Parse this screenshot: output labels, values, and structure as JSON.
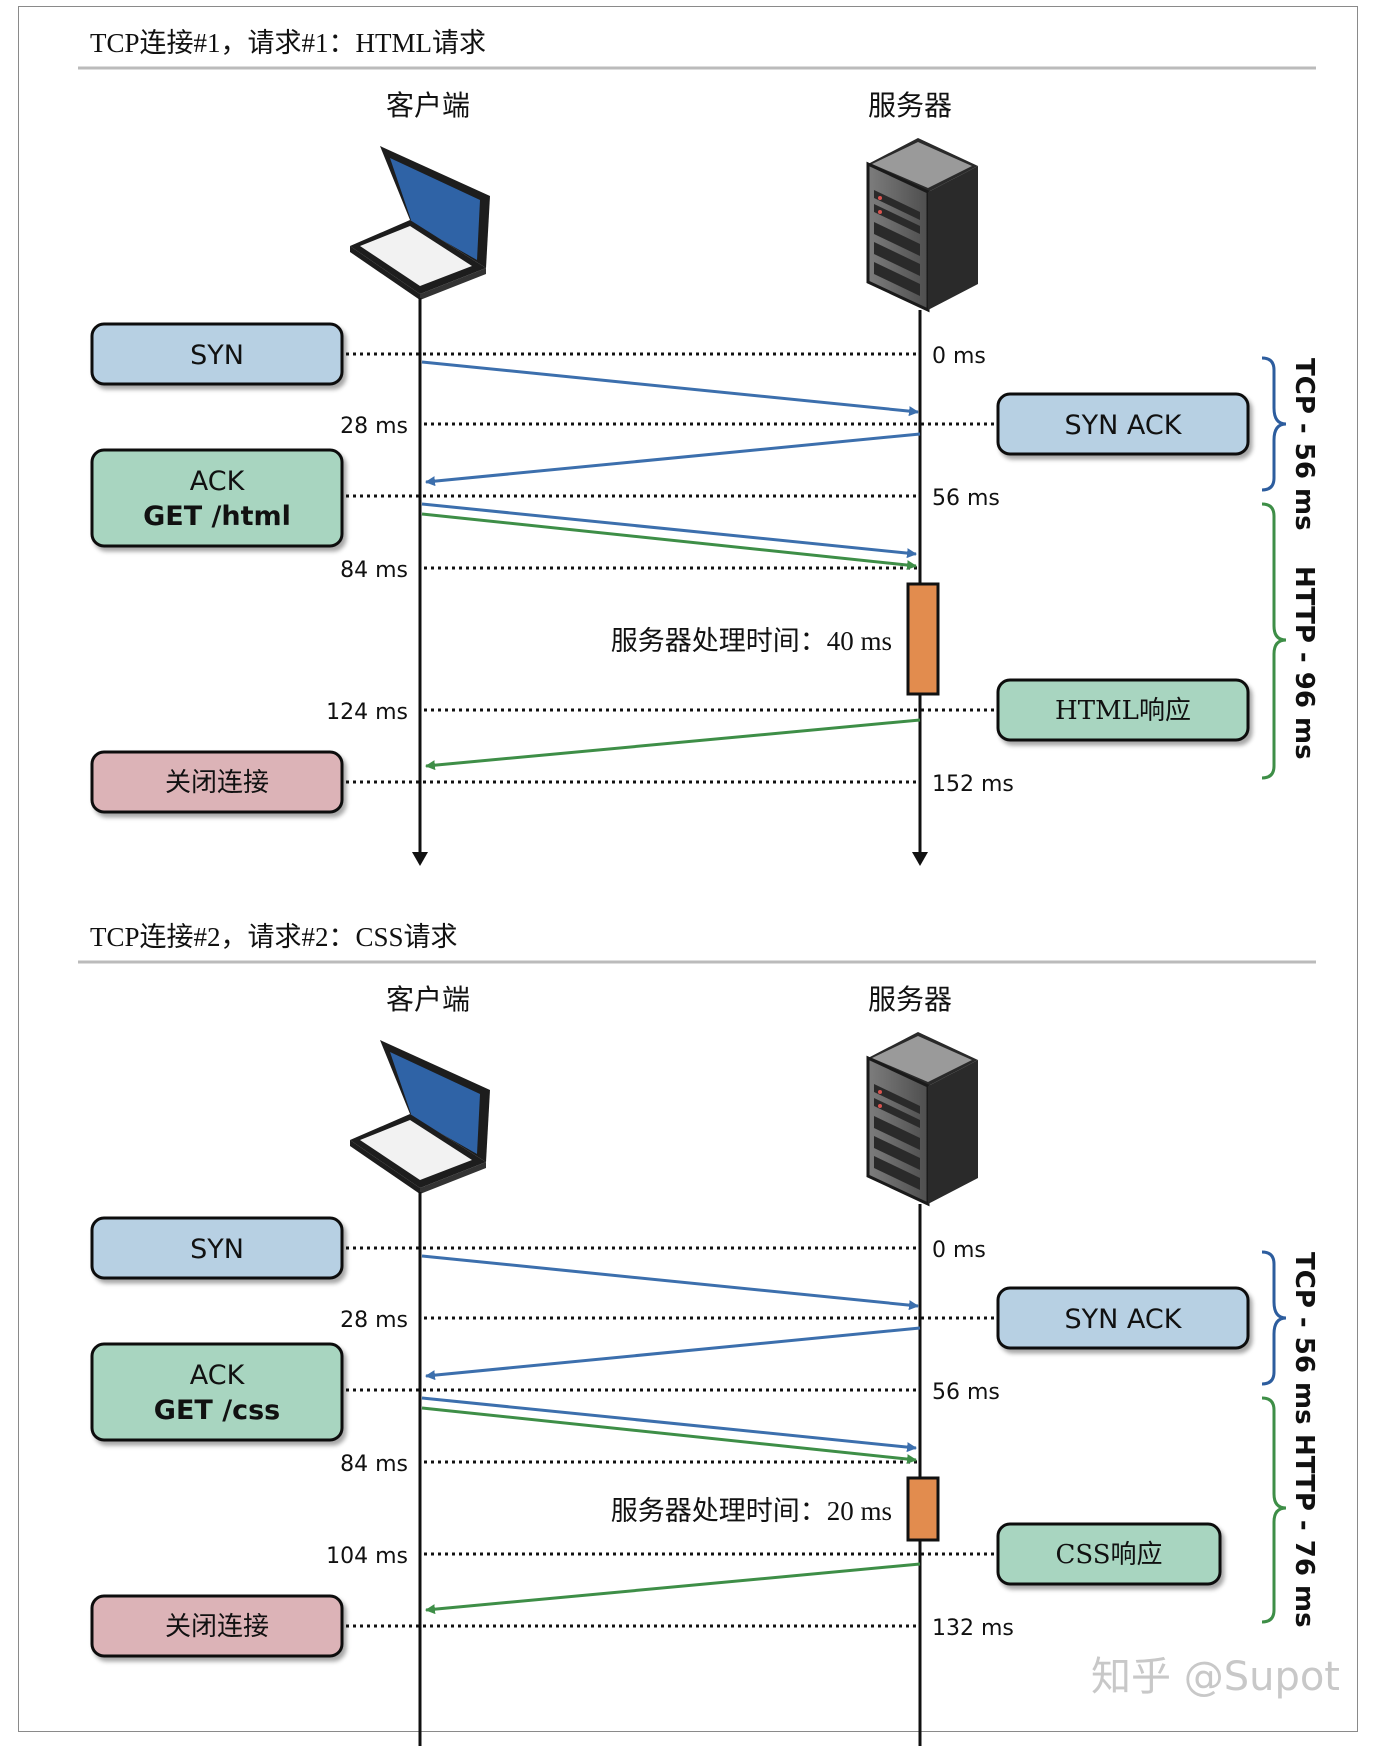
{
  "watermark": "知乎 @Supot",
  "colors": {
    "syn_box": "#b7d0e3",
    "ack_box": "#a8d5c0",
    "close_box": "#dcb3b7",
    "response_box": "#a8d5c0",
    "arrow_tcp": "#3c6fad",
    "arrow_http": "#3e8e47",
    "processing": "#e28c4e",
    "brace_tcp": "#2d5d9e",
    "brace_http": "#3e8e47"
  },
  "panels": [
    {
      "title": "TCP连接#1，请求#1：HTML请求",
      "client_label": "客户端",
      "server_label": "服务器",
      "syn_label": "SYN",
      "ack_lines": [
        "ACK",
        "GET /html"
      ],
      "close_label": "关闭连接",
      "synack_label": "SYN ACK",
      "response_label": "HTML响应",
      "processing_label": "服务器处理时间：40 ms",
      "times_left": [
        "28 ms",
        "84 ms",
        "124 ms"
      ],
      "times_right": [
        "0 ms",
        "56 ms",
        "152 ms"
      ],
      "brace_tcp": "TCP - 56 ms",
      "brace_http": "HTTP - 96 ms"
    },
    {
      "title": "TCP连接#2，请求#2：CSS请求",
      "client_label": "客户端",
      "server_label": "服务器",
      "syn_label": "SYN",
      "ack_lines": [
        "ACK",
        "GET /css"
      ],
      "close_label": "关闭连接",
      "synack_label": "SYN ACK",
      "response_label": "CSS响应",
      "processing_label": "服务器处理时间：20 ms",
      "times_left": [
        "28 ms",
        "84 ms",
        "104 ms"
      ],
      "times_right": [
        "0 ms",
        "56 ms",
        "132 ms"
      ],
      "brace_tcp": "TCP - 56 ms",
      "brace_http": "HTTP - 76 ms"
    }
  ]
}
